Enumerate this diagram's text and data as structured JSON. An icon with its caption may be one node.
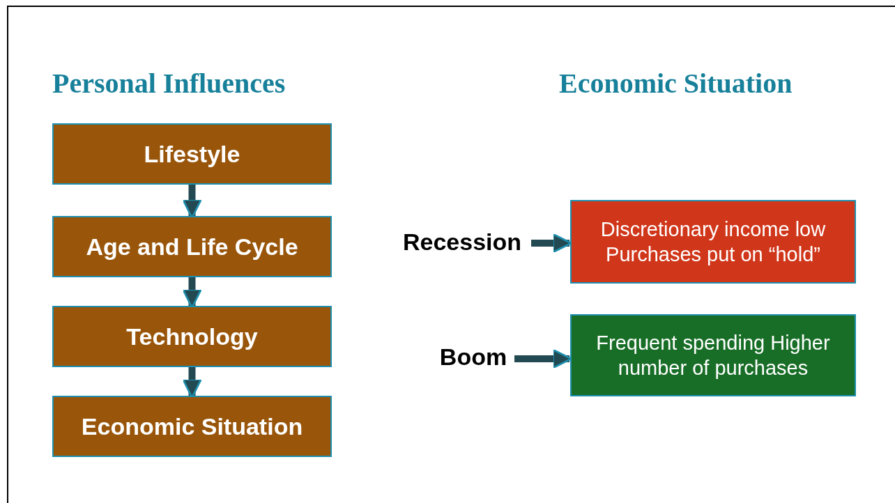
{
  "diagram": {
    "nodes": [
      {
        "text": [
          "Lifestyle"
        ]
      },
      {
        "text": [
          "Age and Life Cycle"
        ]
      },
      {
        "text": [
          "Technology"
        ]
      },
      {
        "text": [
          "Economic Situation"
        ]
      },
      {
        "text": [
          "Recession"
        ]
      },
      {
        "text": [
          "Discretionary income low",
          "Purchases put on “hold”"
        ]
      },
      {
        "text": [
          "Boom"
        ]
      },
      {
        "text": [
          "Frequent spending Higher number of purchases"
        ]
      }
    ],
    "edges": [
      {
        "from": 0,
        "to": 1,
        "arrow": "to"
      },
      {
        "from": 1,
        "to": 2,
        "arrow": "to"
      },
      {
        "from": 2,
        "to": 3,
        "arrow": "to"
      },
      {
        "from": 4,
        "to": 5,
        "arrow": "to"
      },
      {
        "from": 6,
        "to": 7,
        "arrow": "to"
      }
    ],
    "labels": [
      "Personal Influences",
      "Economic Situation"
    ]
  }
}
